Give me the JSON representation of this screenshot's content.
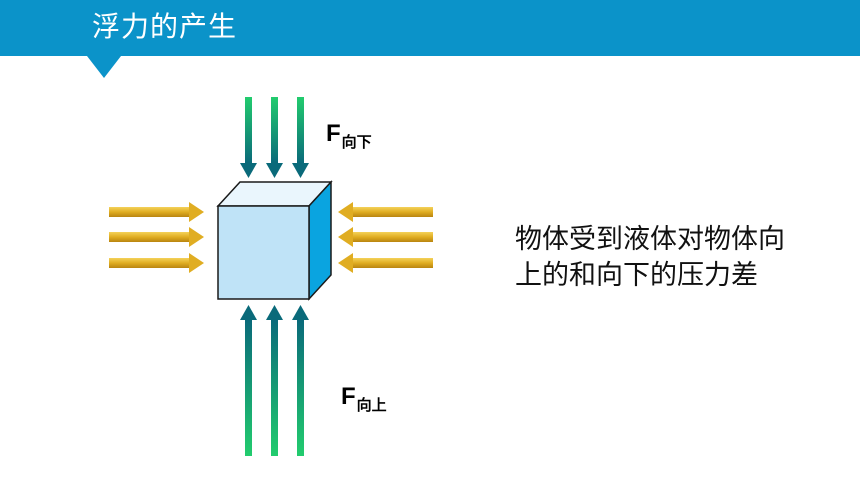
{
  "slide": {
    "title": "浮力的产生",
    "force_down": {
      "symbol": "F",
      "subscript": "向下"
    },
    "force_up": {
      "symbol": "F",
      "subscript": "向上"
    },
    "description_line1": "物体受到液体对物体向",
    "description_line2": "上的和向下的压力差"
  },
  "colors": {
    "title_bar": "#0b93c9",
    "cube_front": "#bfe3f7",
    "cube_side": "#0aa4e0",
    "arrow_vertical": "#1fc06a",
    "arrow_horizontal": "#e0b226"
  },
  "icons": {
    "down_arrows": "green-down-arrows",
    "up_arrows": "green-up-arrows",
    "left_side_arrows": "yellow-right-arrows",
    "right_side_arrows": "yellow-left-arrows",
    "cube": "cube-shape"
  }
}
